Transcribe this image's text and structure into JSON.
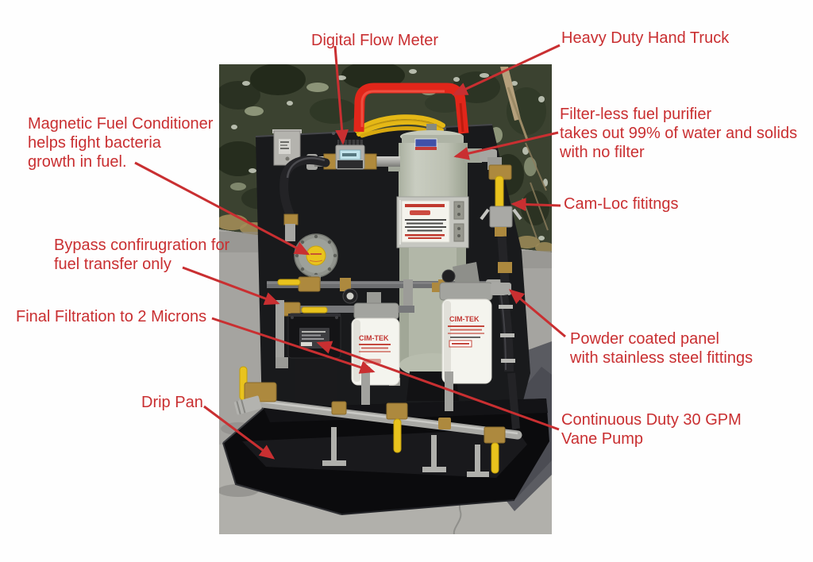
{
  "annotations": {
    "color": "#c92f31",
    "callouts": [
      {
        "id": "digital-flow-meter",
        "lines": [
          "Digital Flow Meter"
        ]
      },
      {
        "id": "heavy-duty-hand-truck",
        "lines": [
          "Heavy Duty Hand Truck"
        ]
      },
      {
        "id": "magnetic-fuel-conditioner",
        "lines": [
          "Magnetic Fuel Conditioner",
          "helps fight bacteria",
          "growth in fuel."
        ]
      },
      {
        "id": "filterless-fuel-purifier",
        "lines": [
          "Filter-less fuel purifier",
          "takes out 99% of water and solids",
          "with no filter"
        ]
      },
      {
        "id": "cam-loc-fittings",
        "lines": [
          "Cam-Loc fititngs"
        ]
      },
      {
        "id": "bypass-configuration",
        "lines": [
          "Bypass confirugration for",
          "fuel transfer only"
        ]
      },
      {
        "id": "final-filtration",
        "lines": [
          "Final Filtration to 2 Microns"
        ]
      },
      {
        "id": "powder-coated-panel",
        "lines": [
          "Powder coated panel",
          "with stainless steel fittings"
        ]
      },
      {
        "id": "drip-pan",
        "lines": [
          "Drip Pan"
        ]
      },
      {
        "id": "continuous-duty-pump",
        "lines": [
          "Continuous Duty 30 GPM",
          "Vane Pump"
        ]
      }
    ]
  },
  "photo": {
    "filter_brand": "CIM-TEK",
    "colors": {
      "handle_red": "#e2261a",
      "valve_yellow": "#e9c31d",
      "panel_black": "#191a1c",
      "purifier_gray": "#bcc0b4",
      "filter_white": "#f4f4ee",
      "brass": "#ad893e",
      "asphalt": "#a5a4a0",
      "trees": "#3b4230",
      "pan_black": "#0b0b0d"
    }
  }
}
